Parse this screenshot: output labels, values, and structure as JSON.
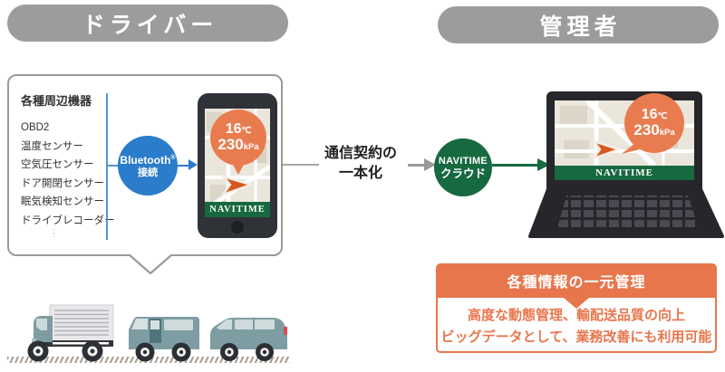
{
  "headers": {
    "driver": "ドライバー",
    "manager": "管理者"
  },
  "driver_panel": {
    "heading": "各種周辺機器",
    "devices": [
      "OBD2",
      "温度センサー",
      "空気圧センサー",
      "ドア開閉センサー",
      "眠気検知センサー",
      "ドライブレコーダー"
    ],
    "more_indicator": "⋮",
    "bluetooth_label": "Bluetooth",
    "bluetooth_mark": "®",
    "bluetooth_sublabel": "接続"
  },
  "status_badge": {
    "temperature_value": "16",
    "temperature_unit": "℃",
    "pressure_value": "230",
    "pressure_unit": "kPa"
  },
  "navitime_brand": "NAVITIME",
  "flow": {
    "contract_line1": "通信契約の",
    "contract_line2": "一本化",
    "cloud_line1": "NAVITIME",
    "cloud_line2": "クラウド"
  },
  "summary_box": {
    "title": "各種情報の一元管理",
    "line1": "高度な動態管理、輸配送品質の向上",
    "line2": "ビッグデータとして、業務改善にも利用可能"
  },
  "colors": {
    "orange": "#e8764d",
    "green": "#17693f",
    "blue": "#2b7cca",
    "pill_gray": "#9c9c9c"
  }
}
